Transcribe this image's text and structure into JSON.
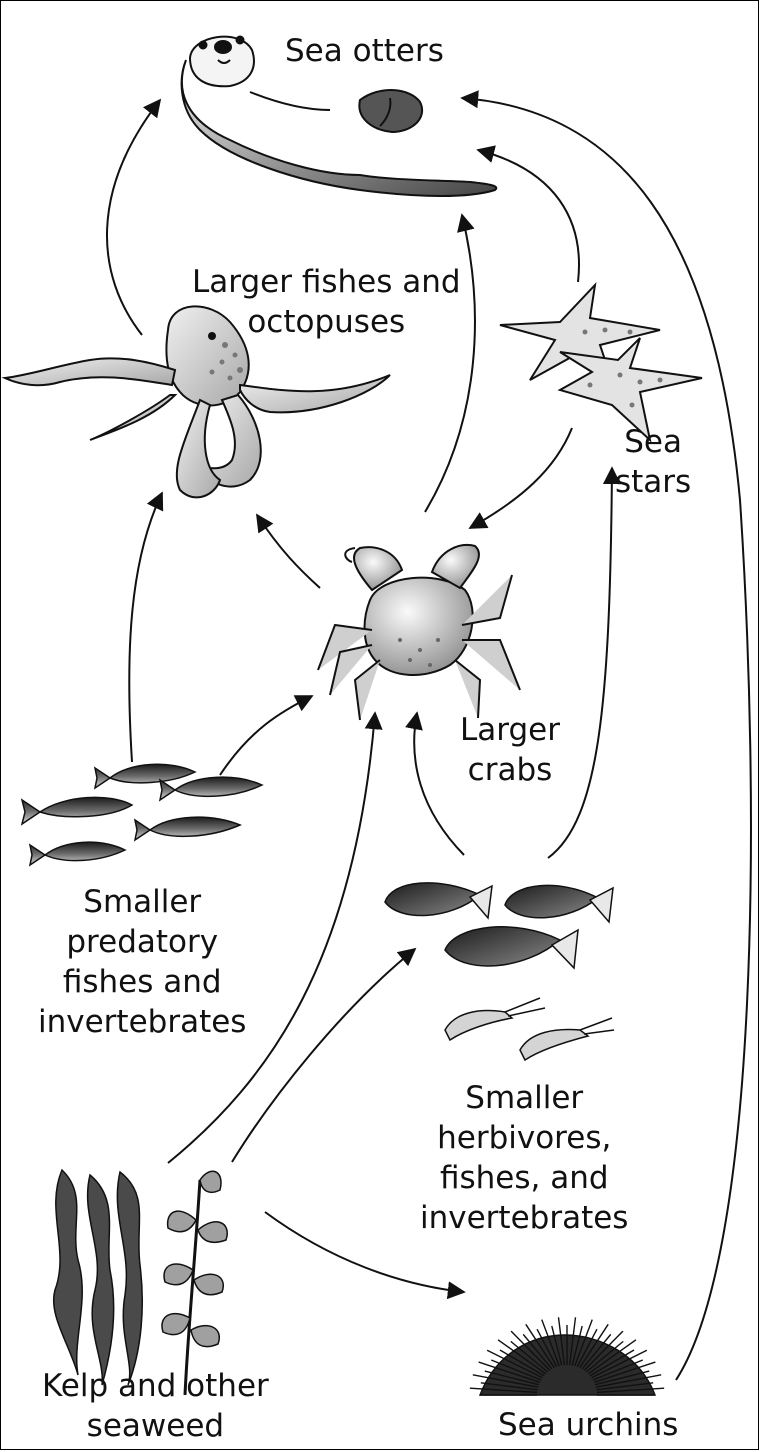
{
  "organisms": {
    "sea_otters": {
      "lines": [
        "Sea otters"
      ]
    },
    "larger_fishes": {
      "lines": [
        "Larger fishes and",
        "octopuses"
      ]
    },
    "sea_stars": {
      "lines": [
        "Sea",
        "stars"
      ]
    },
    "larger_crabs": {
      "lines": [
        "Larger",
        "crabs"
      ]
    },
    "smaller_predatory": {
      "lines": [
        "Smaller",
        "predatory",
        "fishes and",
        "invertebrates"
      ]
    },
    "smaller_herbivores": {
      "lines": [
        "Smaller",
        "herbivores,",
        "fishes, and",
        "invertebrates"
      ]
    },
    "kelp": {
      "lines": [
        "Kelp and other",
        "seaweed"
      ]
    },
    "sea_urchins": {
      "lines": [
        "Sea urchins"
      ]
    }
  },
  "colors": {
    "line": "#111111",
    "light": "#e6e6e6",
    "mid": "#9a9a9a",
    "dark": "#3c3c3c"
  }
}
